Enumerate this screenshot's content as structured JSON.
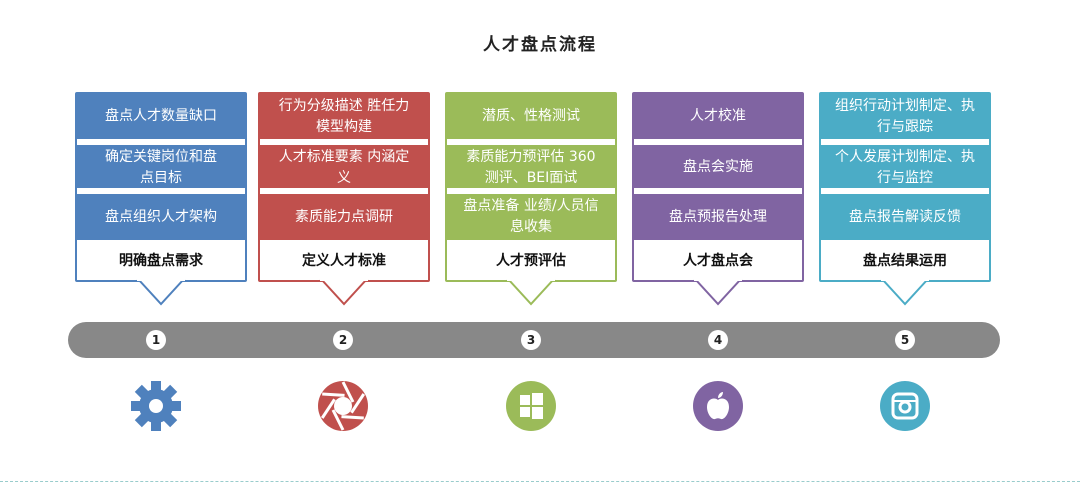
{
  "title": "人才盘点流程",
  "steps": [
    {
      "num": "1",
      "label": "明确盘点需求",
      "color": "#4f81bd",
      "items": [
        "盘点人才数量缺口",
        "确定关键岗位和盘点目标",
        "盘点组织人才架构"
      ],
      "icon": "gear-icon"
    },
    {
      "num": "2",
      "label": "定义人才标准",
      "color": "#c0504d",
      "items": [
        "行为分级描述 胜任力模型构建",
        "人才标准要素 内涵定义",
        "素质能力点调研"
      ],
      "icon": "aperture-icon"
    },
    {
      "num": "3",
      "label": "人才预评估",
      "color": "#9bbb59",
      "items": [
        "潜质、性格测试",
        "素质能力预评估 360测评、BEI面试",
        "盘点准备 业绩/人员信息收集"
      ],
      "icon": "windows-icon"
    },
    {
      "num": "4",
      "label": "人才盘点会",
      "color": "#8064a2",
      "items": [
        "人才校准",
        "盘点会实施",
        "盘点预报告处理"
      ],
      "icon": "apple-icon"
    },
    {
      "num": "5",
      "label": "盘点结果运用",
      "color": "#4bacc6",
      "items": [
        "组织行动计划制定、执行与跟踪",
        "个人发展计划制定、执行与监控",
        "盘点报告解读反馈"
      ],
      "icon": "camera-icon"
    }
  ]
}
